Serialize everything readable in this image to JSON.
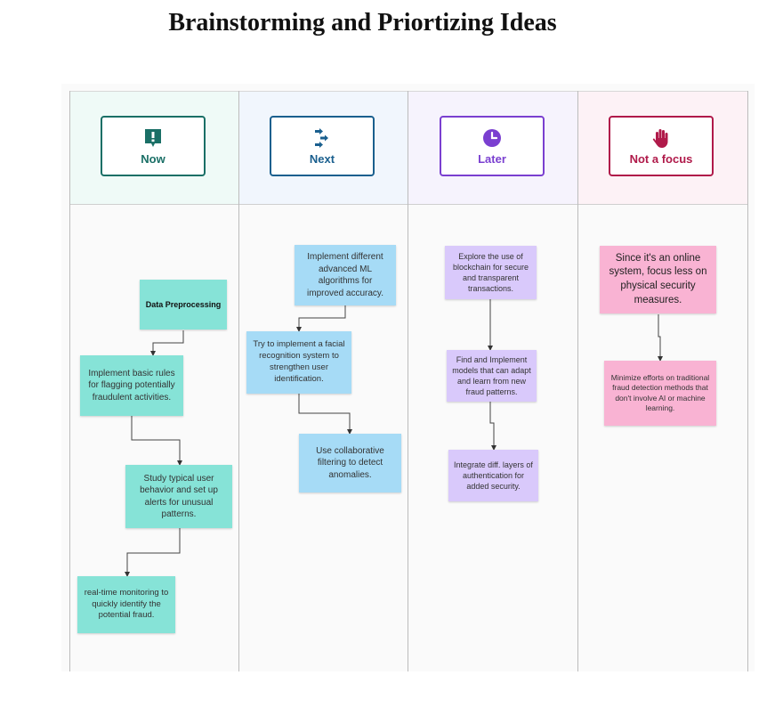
{
  "page": {
    "title": "Brainstorming and Priortizing Ideas"
  },
  "colors": {
    "now": "#1a6f66",
    "next": "#1a5f8e",
    "later": "#7a3fd0",
    "not_focus": "#b01a4a",
    "teal_note": "#86e3d7",
    "blue_note": "#a6dbf6",
    "purple_note": "#d9c9fb",
    "pink_note": "#f9b3d3"
  },
  "columns": [
    {
      "label": "Now",
      "icon": "exclamation-icon",
      "notes": [
        "Data Preprocessing",
        "Implement basic rules for flagging potentially fraudulent activities.",
        "Study typical user behavior and set up alerts for unusual patterns.",
        "real-time monitoring to quickly identify the potential fraud."
      ]
    },
    {
      "label": "Next",
      "icon": "arrows-icon",
      "notes": [
        "Implement different advanced ML algorithms for improved accuracy.",
        "Try to implement a facial recognition system to strengthen user identification.",
        "Use collaborative filtering to detect anomalies."
      ]
    },
    {
      "label": "Later",
      "icon": "clock-icon",
      "notes": [
        "Explore the use of blockchain for secure and transparent transactions.",
        "Find and Implement models that can adapt and learn from new fraud patterns.",
        "Integrate diff. layers of authentication for added security."
      ]
    },
    {
      "label": "Not a focus",
      "icon": "hand-icon",
      "notes": [
        "Since it's an online system, focus less on physical security measures.",
        "Minimize efforts on traditional fraud detection methods that don't involve AI or machine learning."
      ]
    }
  ]
}
